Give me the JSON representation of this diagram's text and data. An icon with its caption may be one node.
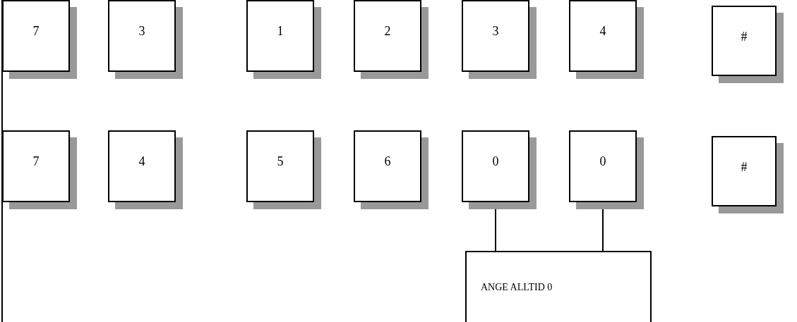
{
  "diagram": {
    "nodes": [
      {
        "text": [
          "7"
        ]
      },
      {
        "text": [
          "3"
        ]
      },
      {
        "text": [
          "1"
        ]
      },
      {
        "text": [
          "2"
        ]
      },
      {
        "text": [
          "3"
        ]
      },
      {
        "text": [
          "4"
        ]
      },
      {
        "text": [
          "#"
        ]
      },
      {
        "text": [
          "7"
        ]
      },
      {
        "text": [
          "4"
        ]
      },
      {
        "text": [
          "5"
        ]
      },
      {
        "text": [
          "6"
        ]
      },
      {
        "text": [
          "0"
        ]
      },
      {
        "text": [
          "0"
        ]
      },
      {
        "text": [
          "#"
        ]
      },
      {
        "text": [
          "ANGE ALLTID 0"
        ]
      }
    ],
    "edges": [
      {
        "from": 11,
        "to": 14,
        "arrow": "none"
      },
      {
        "from": 12,
        "to": 14,
        "arrow": "none"
      }
    ]
  }
}
